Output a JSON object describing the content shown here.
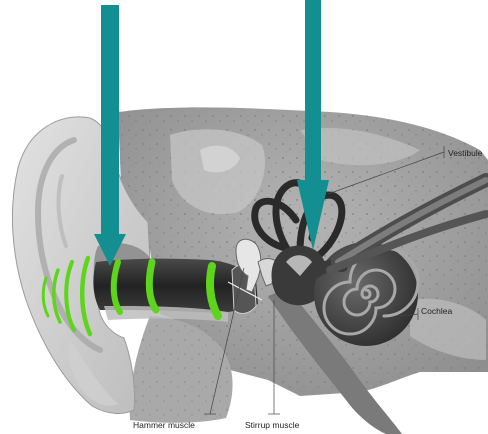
{
  "labels": {
    "vestibule": "Vestibule",
    "cochlea": "Cochlea",
    "hammer_muscle": "Hammer muscle",
    "stirrup_muscle": "Stirrup muscle"
  },
  "colors": {
    "arrow": "#138f92",
    "sound_wave": "#5ed41a",
    "canal": "#2e2e2e",
    "bone": "#a3a3a3",
    "skin": "#d3d3d3"
  },
  "icons": {
    "arrow_left": "down-arrow-icon",
    "arrow_right": "down-arrow-icon"
  }
}
